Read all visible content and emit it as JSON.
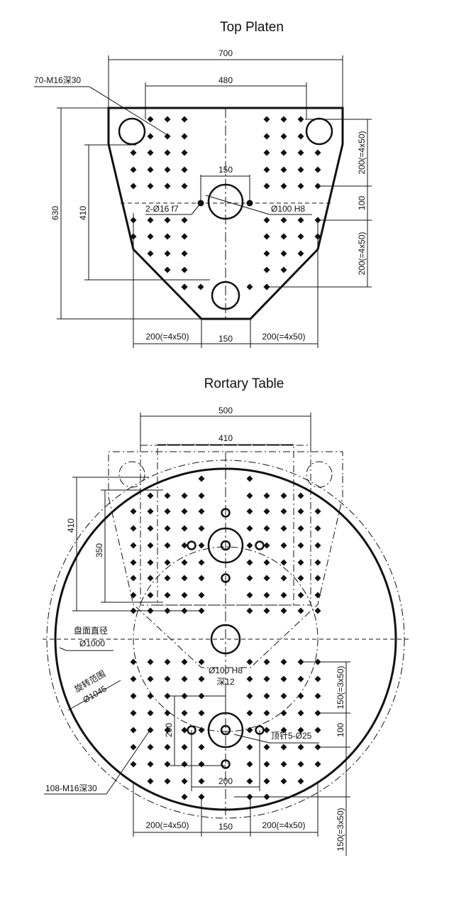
{
  "top_platen": {
    "title": "Top Platen",
    "dims": {
      "width_700": "700",
      "width_480": "480",
      "height_630": "630",
      "height_410": "410",
      "hole_spacing_150": "150",
      "bottom_150": "150",
      "bottom_left": "200(=4x50)",
      "bottom_right": "200(=4x50)",
      "right_upper": "200(=4x50)",
      "right_mid": "100",
      "right_lower": "200(=4x50)"
    },
    "callouts": {
      "tapped_holes": "70-M16深30",
      "pin_holes": "2-Ø16 f7",
      "center_bore": "Ø100 H8"
    }
  },
  "rotary_table": {
    "title": "Rortary Table",
    "dims": {
      "width_500": "500",
      "width_410": "410",
      "left_410": "410",
      "left_350": "350",
      "inner_200_v": "200",
      "inner_200_h": "200",
      "bottom_left": "200(=4x50)",
      "bottom_150": "150",
      "bottom_right": "200(=4x50)",
      "right_upper": "150(=3x50)",
      "right_mid": "100",
      "right_lower": "150(=3x50)"
    },
    "callouts": {
      "disc_diameter_label": "盘面直径",
      "disc_diameter_value": "Ø1000",
      "rotation_range_label": "旋转范围",
      "rotation_range_value": "Ø1045",
      "center_bore": "Ø100 H8",
      "center_depth": "深12",
      "ejector": "顶针5-Ø25",
      "tapped_holes": "108-M16深30"
    }
  }
}
